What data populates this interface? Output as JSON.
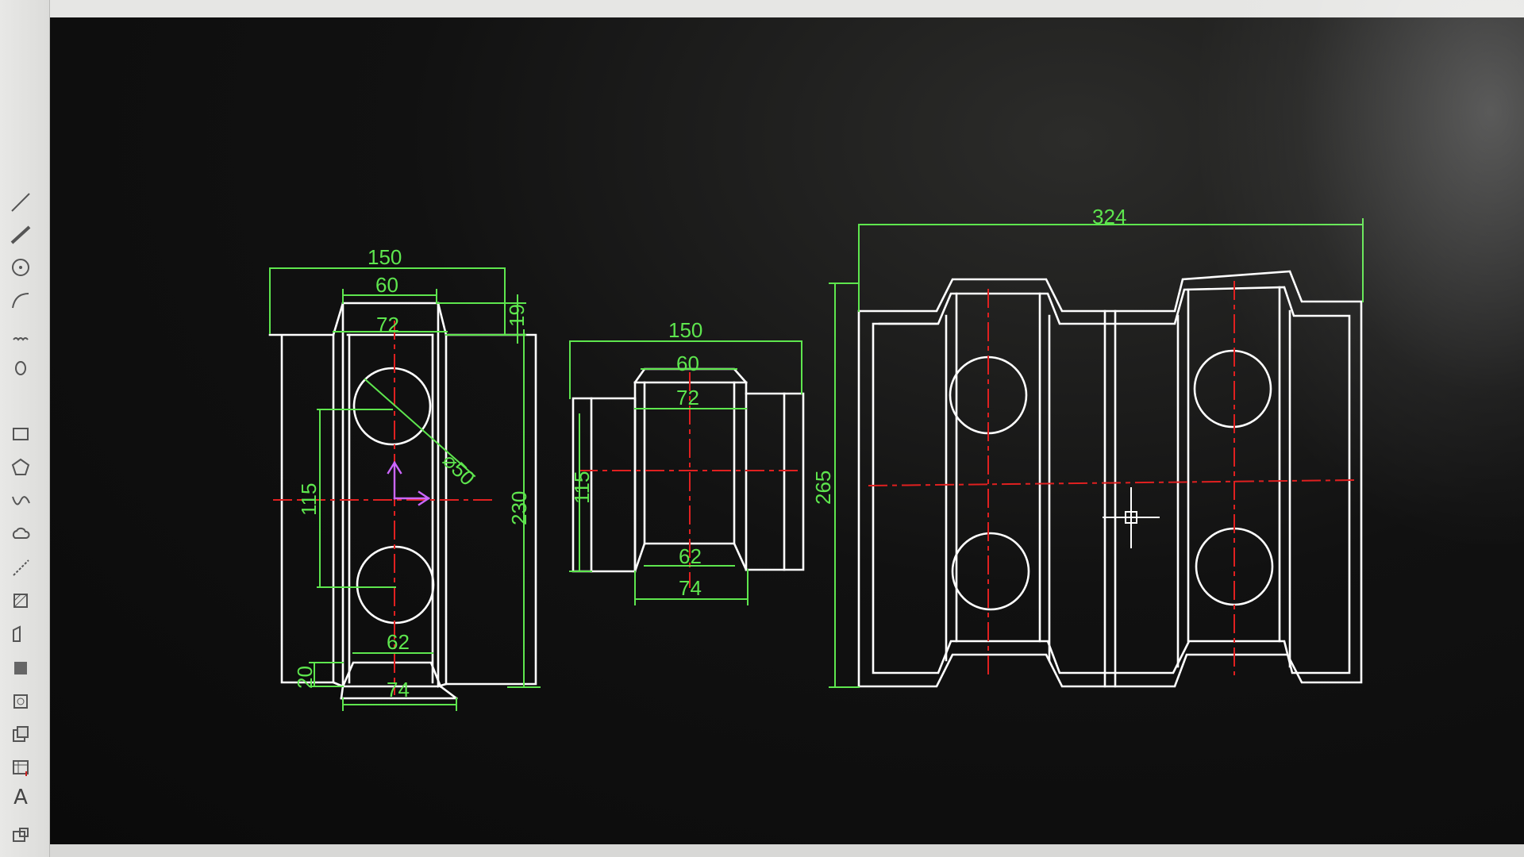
{
  "window": {
    "title_fragment": ""
  },
  "toolbar": {
    "tools": [
      {
        "icon": "line-icon"
      },
      {
        "icon": "polyline-icon"
      },
      {
        "icon": "circle-icon"
      },
      {
        "icon": "arc-icon"
      },
      {
        "icon": "revcloud-icon"
      },
      {
        "icon": "ellipse-icon"
      },
      {
        "icon": "rectangle-icon"
      },
      {
        "icon": "polygon-icon"
      },
      {
        "icon": "spline-icon"
      },
      {
        "icon": "cloud-icon"
      },
      {
        "icon": "xline-icon"
      },
      {
        "icon": "hatch-icon"
      },
      {
        "icon": "gradient-icon"
      },
      {
        "icon": "region-icon"
      },
      {
        "icon": "boundary-icon"
      },
      {
        "icon": "block-icon"
      },
      {
        "icon": "table-icon"
      },
      {
        "icon": "text-icon",
        "label": "A"
      },
      {
        "icon": "add-selected-icon"
      }
    ]
  },
  "colors": {
    "background": "#0d0d0d",
    "geometry": "#ffffff",
    "dimension": "#5ee64e",
    "centerline": "#e02020",
    "ucs": "#cc66ff"
  },
  "views": {
    "front": {
      "dims": [
        "150",
        "60",
        "72",
        "19",
        "115",
        "230",
        "62",
        "20",
        "74"
      ],
      "diameter": "⌀50"
    },
    "side": {
      "dims": [
        "150",
        "60",
        "72",
        "115",
        "62",
        "74"
      ]
    },
    "top": {
      "dims": [
        "324",
        "265"
      ]
    }
  }
}
